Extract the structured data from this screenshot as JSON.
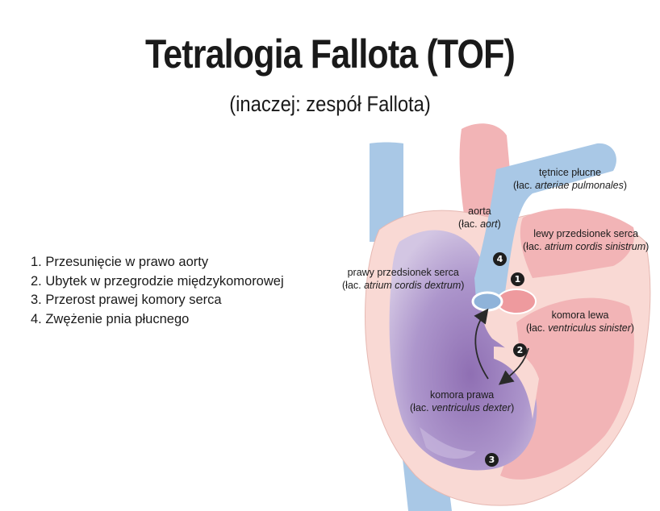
{
  "title": "Tetralogia Fallota (TOF)",
  "subtitle": "(inaczej: zespół Fallota)",
  "defects": [
    "1. Przesunięcie w prawo aorty",
    "2. Ubytek w przegrodzie międzykomorowej",
    "3. Przerost prawej komory serca",
    "4. Zwężenie pnia płucnego"
  ],
  "labels": {
    "pulmonary_arteries": {
      "name": "tętnice płucne",
      "prefix": "(łac. ",
      "latin": "arteriae pulmonales",
      "suffix": ")"
    },
    "aorta": {
      "name": "aorta",
      "prefix": "(łac. ",
      "latin": "aort",
      "suffix": ")"
    },
    "left_atrium": {
      "name": "lewy przedsionek serca",
      "prefix": "(łac. ",
      "latin": "atrium cordis sinistrum",
      "suffix": ")"
    },
    "right_atrium": {
      "name": "prawy przedsionek serca",
      "prefix": "(łac. ",
      "latin": "atrium cordis dextrum",
      "suffix": ")"
    },
    "left_ventricle": {
      "name": "komora lewa",
      "prefix": "(łac. ",
      "latin": "ventriculus sinister",
      "suffix": ")"
    },
    "right_ventricle": {
      "name": "komora prawa",
      "prefix": "(łac. ",
      "latin": "ventriculus dexter",
      "suffix": ")"
    }
  },
  "markers": [
    "1",
    "2",
    "3",
    "4"
  ],
  "colors": {
    "oxygenated": "#f2b4b6",
    "myocardium": "#f9d9d4",
    "deoxygenated": "#a9c8e6",
    "mixed": "#9b80bc",
    "text": "#1a1a1a"
  }
}
